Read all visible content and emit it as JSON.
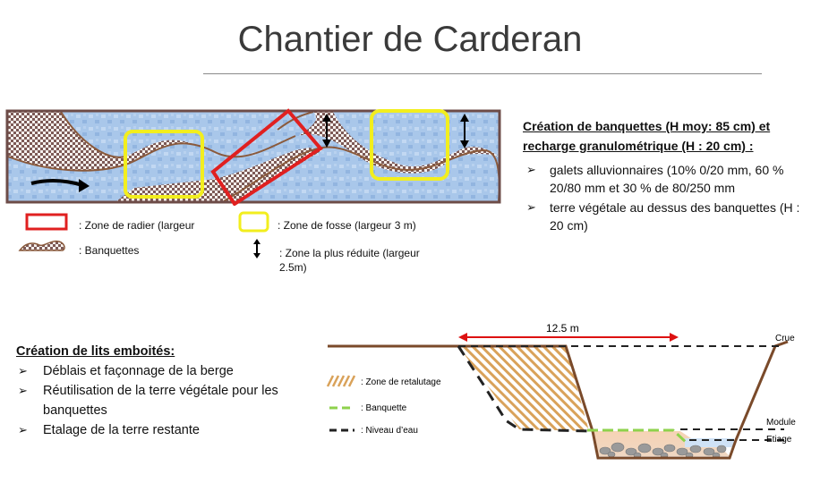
{
  "title": "Chantier de Carderan",
  "legend": {
    "radier": ": Zone  de  radier  (largeur",
    "fosse": ": Zone de fosse (largeur 3 m)",
    "banquettes": ": Banquettes",
    "reduite": ": Zone la plus réduite (largeur 2.5m)"
  },
  "banquettes_block": {
    "heading": "Création de banquettes (H moy: 85 cm) et recharge granulométrique (H : 20 cm) :",
    "items": [
      "galets alluvionnaires (10% 0/20 mm, 60 % 20/80 mm et 30 % de 80/250 mm",
      "terre végétale au dessus des banquettes (H : 20 cm)"
    ]
  },
  "lits_block": {
    "heading": "Création de lits emboités:",
    "items": [
      "Déblais et façonnage de la berge",
      "Réutilisation de la terre végétale pour les banquettes",
      "Etalage de la terre restante"
    ]
  },
  "cross_section": {
    "width_label": "12.5 m",
    "legend": [
      ":  Zone de retalutage",
      ": Banquette",
      ": Niveau d’eau"
    ],
    "levels": [
      "Crue",
      "Module",
      "Etiage"
    ]
  },
  "colors": {
    "water": "#aac8ea",
    "bank": "#8a5a3c",
    "radier": "#e02020",
    "fosse": "#f2ee1e",
    "section_line": "#7a4a2a",
    "hatch": "#d9a25a",
    "banquette_green": "#8ed24c",
    "width_arrow": "#dd1111"
  },
  "icons": [
    "river-flow-arrow-icon",
    "double-arrow-icon",
    "bullet-arrow-icon"
  ]
}
